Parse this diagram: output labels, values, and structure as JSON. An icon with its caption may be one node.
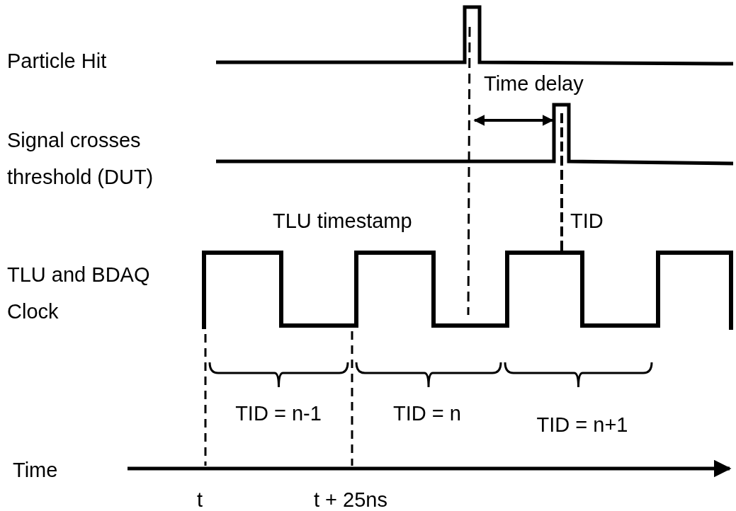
{
  "diagram": {
    "labels": [
      "Particle Hit",
      "Time delay",
      "Signal crosses threshold (DUT)",
      "TLU timestamp",
      "TID",
      "TLU and BDAQ Clock",
      "TID = n-1",
      "TID = n",
      "TID = n+1",
      "Time",
      "t",
      "t + 25ns"
    ]
  }
}
